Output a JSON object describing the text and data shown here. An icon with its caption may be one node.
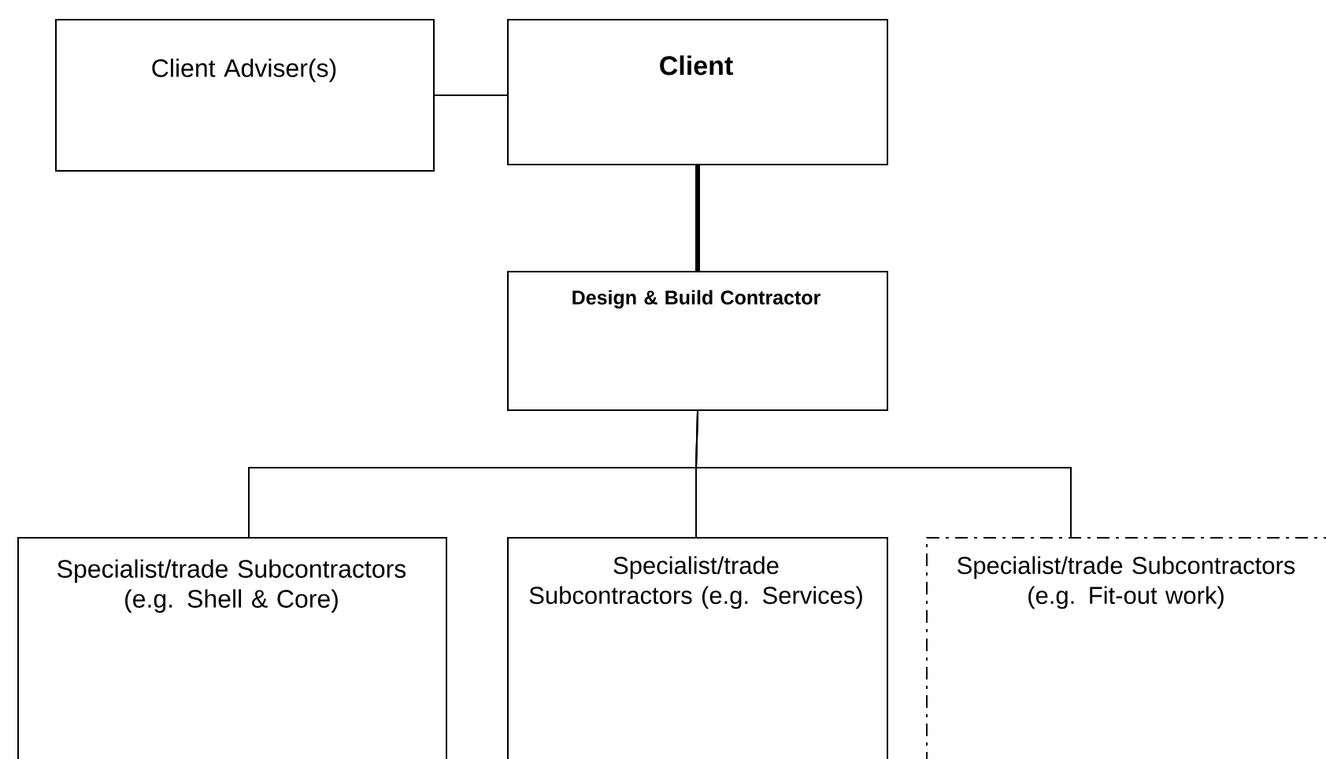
{
  "diagram": {
    "nodes": [
      {
        "text": [
          "Client Adviser(s)"
        ]
      },
      {
        "text": [
          "Client"
        ]
      },
      {
        "text": [
          "Design & Build Contractor"
        ]
      },
      {
        "text": [
          "Specialist/trade Subcontractors (e.g. Shell & Core)"
        ]
      },
      {
        "text": [
          "Specialist/trade Subcontractors (e.g. Services)"
        ]
      },
      {
        "text": [
          "Specialist/trade Subcontractors (e.g. Fit-out work)"
        ]
      }
    ],
    "edges": [
      {
        "from": 0,
        "to": 1,
        "arrow": "none"
      },
      {
        "from": 1,
        "to": 2,
        "arrow": "none",
        "style": "thick"
      },
      {
        "from": 2,
        "to": 3,
        "arrow": "none"
      },
      {
        "from": 2,
        "to": 4,
        "arrow": "none"
      },
      {
        "from": 2,
        "to": 5,
        "arrow": "none"
      }
    ]
  }
}
